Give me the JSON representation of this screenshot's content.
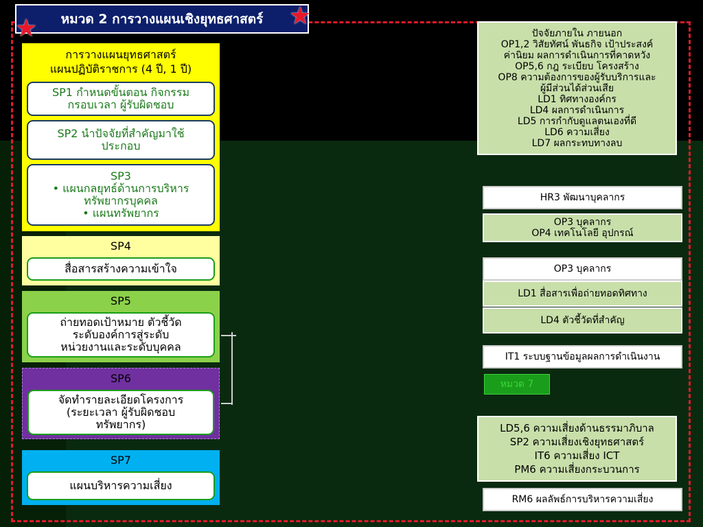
{
  "title": "หมวด 2 การวางแผนเชิงยุทธศาสตร์",
  "colors": {
    "frame": "#e01b2a",
    "title_bg": "#0d1f6b",
    "sp_yellow": "#ffff00",
    "sp4": "#ffffa0",
    "sp5": "#8cd14a",
    "sp6": "#7030a0",
    "sp7": "#00b0f0",
    "right_green": "#c8dfaa"
  },
  "left": {
    "planning_caption_1": "การวางแผนยุทธศาสตร์",
    "planning_caption_2": "แผนปฏิบัติราชการ (4 ปี, 1 ปี)",
    "sp1": [
      "SP1 กำหนดขั้นตอน กิจกรรม",
      "กรอบเวลา ผู้รับผิดชอบ"
    ],
    "sp2": [
      "SP2 นำปัจจัยที่สำคัญมาใช้",
      "ประกอบ"
    ],
    "sp3": {
      "title": "SP3",
      "bullet1": [
        "• แผนกลยุทธ์ด้านการบริหาร",
        "ทรัพยากรบุคคล"
      ],
      "bullet2": "• แผนทรัพยากร"
    },
    "sp4": {
      "title": "SP4",
      "text": "สื่อสารสร้างความเข้าใจ"
    },
    "sp5": {
      "title": "SP5",
      "lines": [
        "ถ่ายทอดเป้าหมาย ตัวชี้วัด",
        "ระดับองค์การสู่ระดับ",
        "หน่วยงานและระดับบุคคล"
      ]
    },
    "sp6": {
      "title": "SP6",
      "lines": [
        "จัดทำรายละเอียดโครงการ",
        "(ระยะเวลา ผู้รับผิดชอบ",
        "ทรัพยากร)"
      ]
    },
    "sp7": {
      "title": "SP7",
      "text": "แผนบริหารความเสี่ยง"
    }
  },
  "right": {
    "factors": [
      "ปัจจัยภายใน ภายนอก",
      "OP1,2 วิสัยทัศน์ พันธกิจ เป้าประสงค์",
      "ค่านิยม ผลการดำเนินการที่คาดหวัง",
      "OP5,6 กฎ ระเบียบ โครงสร้าง",
      "OP8 ความต้องการของผู้รับบริการและ",
      "ผู้มีส่วนได้ส่วนเสีย",
      "LD1 ทิศทางองค์กร",
      "LD4 ผลการดำเนินการ",
      "LD5 การกำกับดูแลตนเองที่ดี",
      "LD6 ความเสี่ยง",
      "LD7 ผลกระทบทางลบ"
    ],
    "hr3": "HR3 พัฒนาบุคลากร",
    "op34": [
      "OP3 บุคลากร",
      "OP4 เทคโนโลยี อุปกรณ์"
    ],
    "op3": "OP3 บุคลากร",
    "ld1": "LD1 สื่อสารเพื่อถ่ายทอดทิศทาง",
    "ld4": "LD4 ตัวชี้วัดที่สำคัญ",
    "it1": "IT1 ระบบฐานข้อมูลผลการดำเนินงาน",
    "m7": "หมวด 7",
    "risk": [
      "LD5,6 ความเสี่ยงด้านธรรมาภิบาล",
      "SP2 ความเสี่ยงเชิงยุทธศาสตร์",
      "IT6 ความเสี่ยง ICT",
      "PM6 ความเสี่ยงกระบวนการ"
    ],
    "rm6": "RM6 ผลลัพธ์การบริหารความเสี่ยง"
  }
}
